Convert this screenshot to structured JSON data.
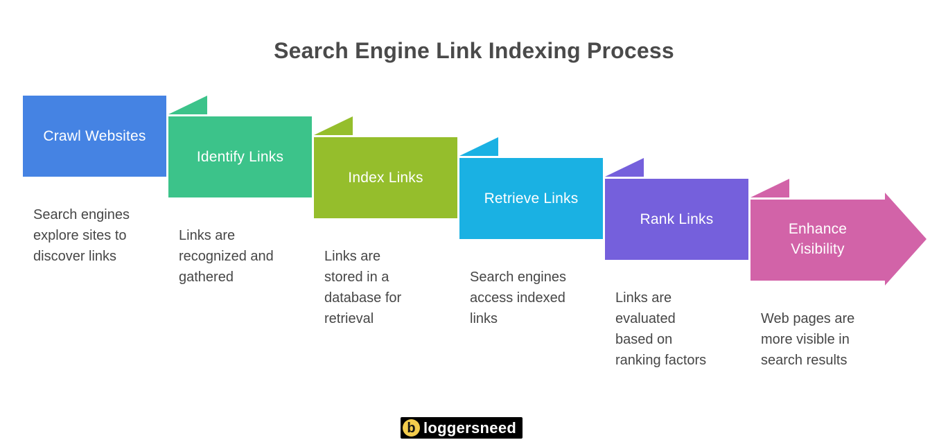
{
  "title": "Search Engine Link Indexing Process",
  "colors": {
    "background": "#FFFFFF",
    "title_text": "#4A4A4A",
    "description_text": "#464646",
    "banner_text": "#FFFFFF"
  },
  "steps": [
    {
      "label": "Crawl Websites",
      "description": "Search engines\nexplore sites to\ndiscover links",
      "color": "#4583E3"
    },
    {
      "label": "Identify Links",
      "description": "Links are\nrecognized and\ngathered",
      "color": "#3CC38A"
    },
    {
      "label": "Index Links",
      "description": "Links are\nstored in a\ndatabase for\nretrieval",
      "color": "#95BE2C"
    },
    {
      "label": "Retrieve Links",
      "description": "Search engines\naccess indexed\nlinks",
      "color": "#1AB1E3"
    },
    {
      "label": "Rank Links",
      "description": "Links are\nevaluated\nbased on\nranking factors",
      "color": "#7560DC"
    },
    {
      "label": "Enhance\nVisibility",
      "description": "Web pages are\nmore visible in\nsearch results",
      "color": "#D263A8"
    }
  ],
  "logo": {
    "icon_letter": "b",
    "text": "loggersneed",
    "background": "#000000",
    "icon_color": "#F4CD4D",
    "icon_letter_color": "#161616",
    "text_color": "#FFFFFF"
  }
}
